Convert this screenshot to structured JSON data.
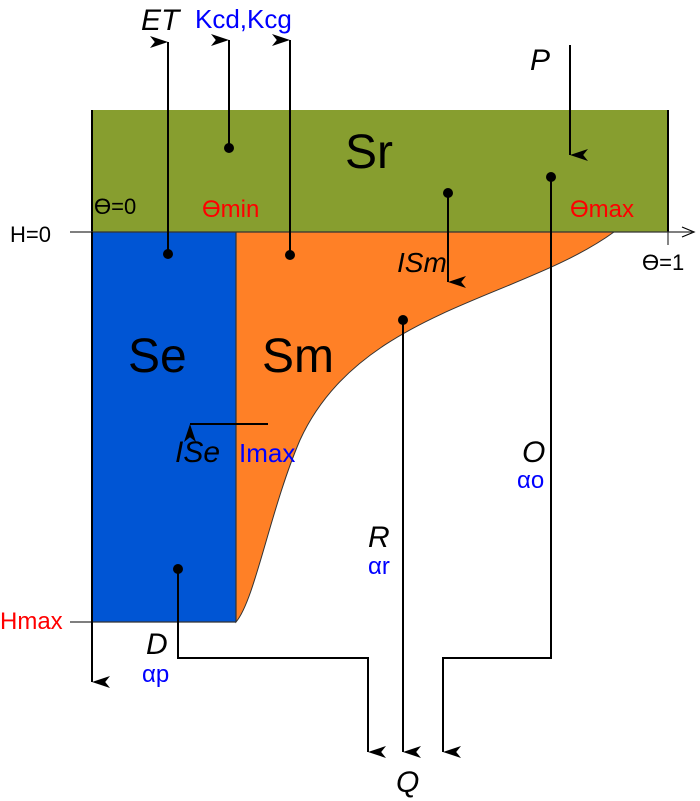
{
  "colors": {
    "root_store": "#879e2f",
    "surface_store": "#0055d4",
    "matrix_store": "#ff8026"
  },
  "stores": {
    "root": "Sr",
    "surface": "Se",
    "matrix": "Sm"
  },
  "fluxes": {
    "et": "ET",
    "k": "Kcd,Kcg",
    "p": "P",
    "ism": "ISm",
    "ise": "ISe",
    "imax": "Imax",
    "o": "O",
    "alpha_o": "αo",
    "r": "R",
    "alpha_r": "αr",
    "d": "D",
    "alpha_p": "αp",
    "q": "Q"
  },
  "axes": {
    "h0": "H=0",
    "hmax": "Hmax",
    "theta0": "ϴ=0",
    "theta1": "ϴ=1",
    "theta_min": "ϴmin",
    "theta_max": "ϴmax"
  }
}
